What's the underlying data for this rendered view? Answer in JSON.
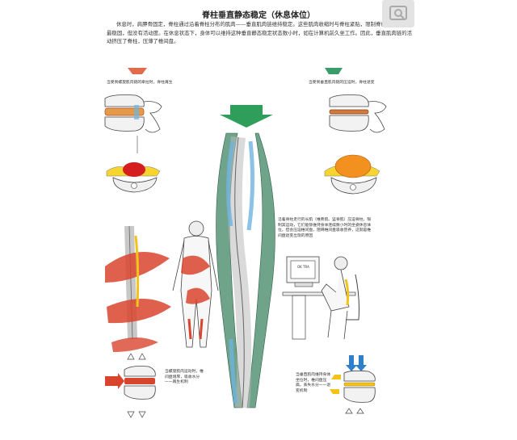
{
  "title": "脊柱垂直静态稳定（休息体位）",
  "intro": "休息时，肩胛骨固定，脊柱通过沿着脊柱分布的肌肉——垂直肌肉链维持稳定。这些肌肉收缩时与脊柱紧贴，限制脊柱运动，脊柱最稳固，但没有活动度。在休息状态下，身体可以维持这种垂直静态稳定状态数小时，如在计算机前久坐工作。因此，垂直肌肉链的活动挤压了脊柱，压薄了椎间盘。",
  "labels": {
    "top_left": "当受到螺旋肌肉链的牵拉时，脊柱再生",
    "top_right": "当受到垂直肌肉链的压迫时，脊柱退变",
    "desk_caption": "沿着脊柱走行的长肌（椎旁肌、竖脊肌）压迫脊柱，限制其运动，它们能够维持身体连续数小时的坐姿休息体位，但会压迫椎间盘，阻碍椎间盘吸收营养，这就是椎间盘退变出现的原因",
    "bottom_left": "当螺旋肌肉运动时，椎间盘增厚，吸收水分——再生机制",
    "bottom_right": "当垂直肌肉维持身体坐位时，椎间盘压扁，丢失水分——退变机制",
    "monitor_text": "OK TRA"
  },
  "colors": {
    "muscle_red": "#d9442e",
    "spine_muscle_green": "#6fa48a",
    "arrow_green": "#2e9e5a",
    "arrow_blue": "#2f7fc9",
    "arrow_yellow": "#f3c31a",
    "disc_orange": "#f29020"
  },
  "icons": {
    "search_button": "search-icon"
  }
}
